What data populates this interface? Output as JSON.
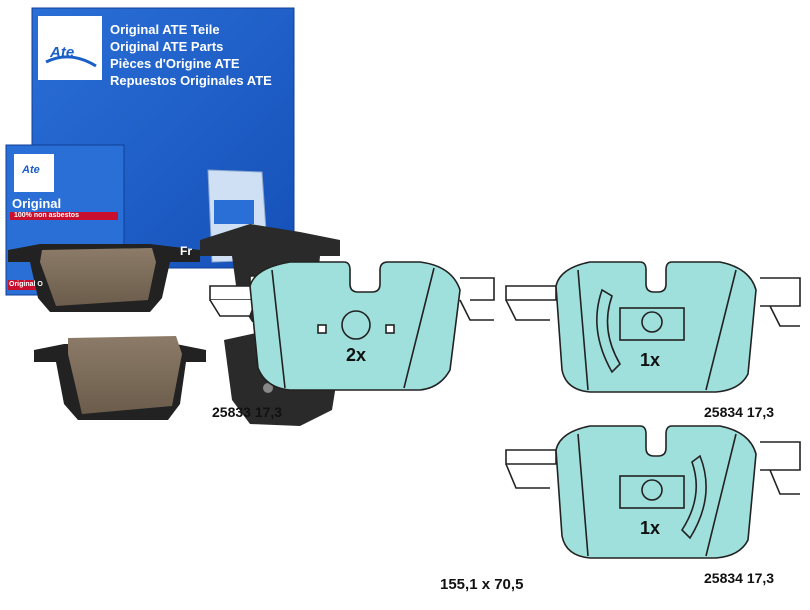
{
  "box": {
    "lines": [
      "Original ATE Teile",
      "Original ATE Parts",
      "Pièces d'Origine ATE",
      "Repuestos Originales ATE"
    ],
    "logo_text": "Ate",
    "small_box_label": "Original",
    "small_box_sub": "100% non asbestos",
    "small_box_corner": "Original O",
    "side_text": "Fr"
  },
  "pads": [
    {
      "code": "25833 17,3",
      "quantity": "2x"
    },
    {
      "code": "25834 17,3",
      "quantity": "1x"
    },
    {
      "code": "25834 17,3",
      "quantity": "1x"
    }
  ],
  "dimensions": "155,1 x 70,5",
  "colors": {
    "box_blue": "#1a5fc8",
    "pad_fill": "#9fe0dc",
    "pad_outline": "#222222",
    "friction": "#7a6a58"
  }
}
